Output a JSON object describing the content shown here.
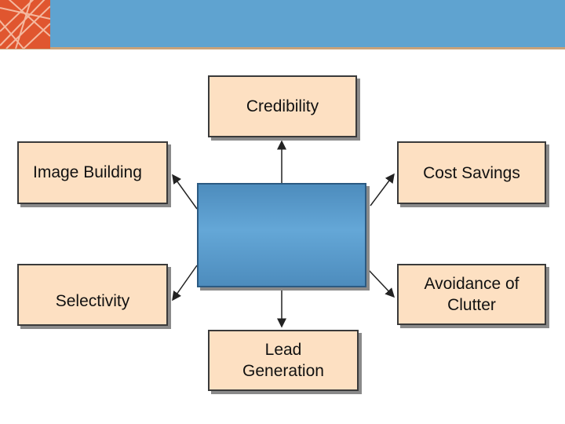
{
  "diagram": {
    "nodes": {
      "top": "Credibility",
      "top_left": "Image Building",
      "top_right": "Cost Savings",
      "bottom_left": "Selectivity",
      "bottom_right": "Avoidance of\nClutter",
      "bottom": "Lead\nGeneration"
    },
    "center_label": ""
  },
  "colors": {
    "header": "#5fa3d0",
    "box_fill": "#fde0c2",
    "center_fill": "#5b9ccd",
    "logo": "#e0562f"
  },
  "icons": {
    "logo": "sunburst-logo-icon"
  }
}
